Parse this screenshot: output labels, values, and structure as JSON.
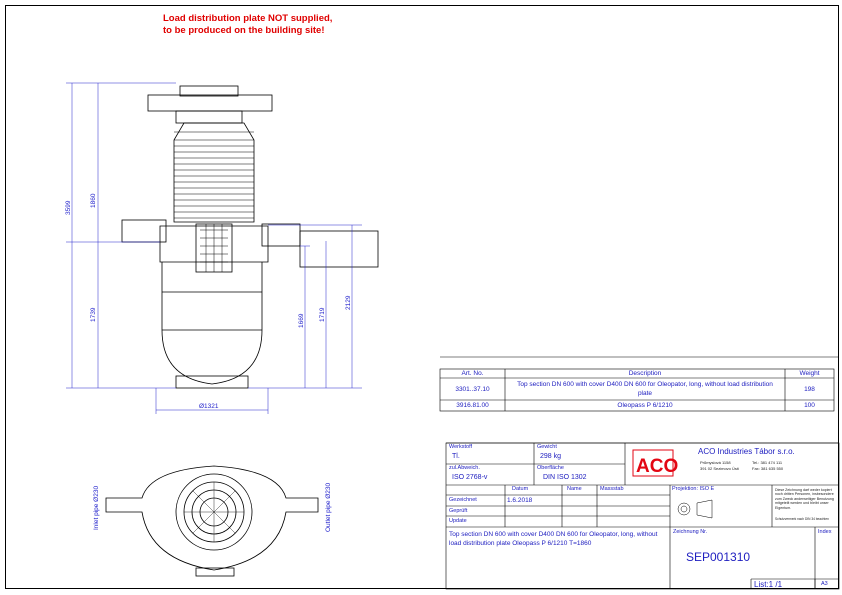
{
  "note": {
    "line1": "Load distribution plate NOT supplied,",
    "line2": "to be produced on the building site!"
  },
  "dimensions": {
    "overall_height": "3599",
    "upper_height": "1860",
    "lower_height": "1739",
    "inlet_height": "1669",
    "outlet_height": "1719",
    "top_height": "2129",
    "diameter": "Ø1321"
  },
  "plan_view": {
    "inlet_label": "Inlet pipe Ø230",
    "outlet_label": "Outlet pipe Ø230"
  },
  "parts_table": {
    "headers": {
      "art_no": "Art. No.",
      "description": "Description",
      "weight": "Weight"
    },
    "rows": [
      {
        "art_no": "3301..37.10",
        "description": "Top section DN 600 with cover D400 DN 600 for Oleopator, long, without load distribution plate",
        "weight": "198"
      },
      {
        "art_no": "3916.81.00",
        "description": "Oleopass P 6/1210",
        "weight": "100"
      }
    ]
  },
  "title_block": {
    "werkstoff_label": "Werkstoff",
    "werkstoff_value": "Tl.",
    "gewicht_label": "Gewicht",
    "gewicht_value": "298 kg",
    "abweich_label": "zul.Abweich.",
    "abweich_value": "ISO 2768-v",
    "oberflaeche_label": "Oberfläche",
    "oberflaeche_value": "DIN ISO 1302",
    "company_name": "ACO Industries Tábor s.r.o.",
    "company_addr1": "Průmyslová 1158",
    "company_addr2": "391 02 Sezimovo Ústí",
    "company_tel": "Tel.: 381 474 111",
    "company_fax": "Fax: 381 635 550",
    "datum_header": "Datum",
    "name_header": "Name",
    "massstab_label": "Massstab",
    "projektion_label": "Projektion: ISO E",
    "gezeichnet_label": "Gezeichnet",
    "gezeichnet_date": "1.6.2018",
    "geprueft_label": "Geprüft",
    "update_label": "Update",
    "copyright_text": "Diese Zeichnung darf weder kopiert noch dritten Personen, insbesondere zum Zweck anderweitiger Benutzung mitgeteilt werden und bleibt unser Eigentum.",
    "file_ref": "Schutzvermerk nach DIN 34 beachten",
    "description": "Top section DN 600 with cover D400 DN 600 for Oleopator, long, without load distribution plate Oleopass P 6/1210  T=1860",
    "zeichnung_label": "Zeichnung Nr.",
    "drawing_no": "SEP001310",
    "index_label": "Index",
    "sheet": "List:1 /1",
    "format": "A3",
    "logo_text": "ACO"
  },
  "colors": {
    "ink": "#1a1aa6",
    "note_red": "#e00000",
    "logo_red": "#e30613"
  }
}
